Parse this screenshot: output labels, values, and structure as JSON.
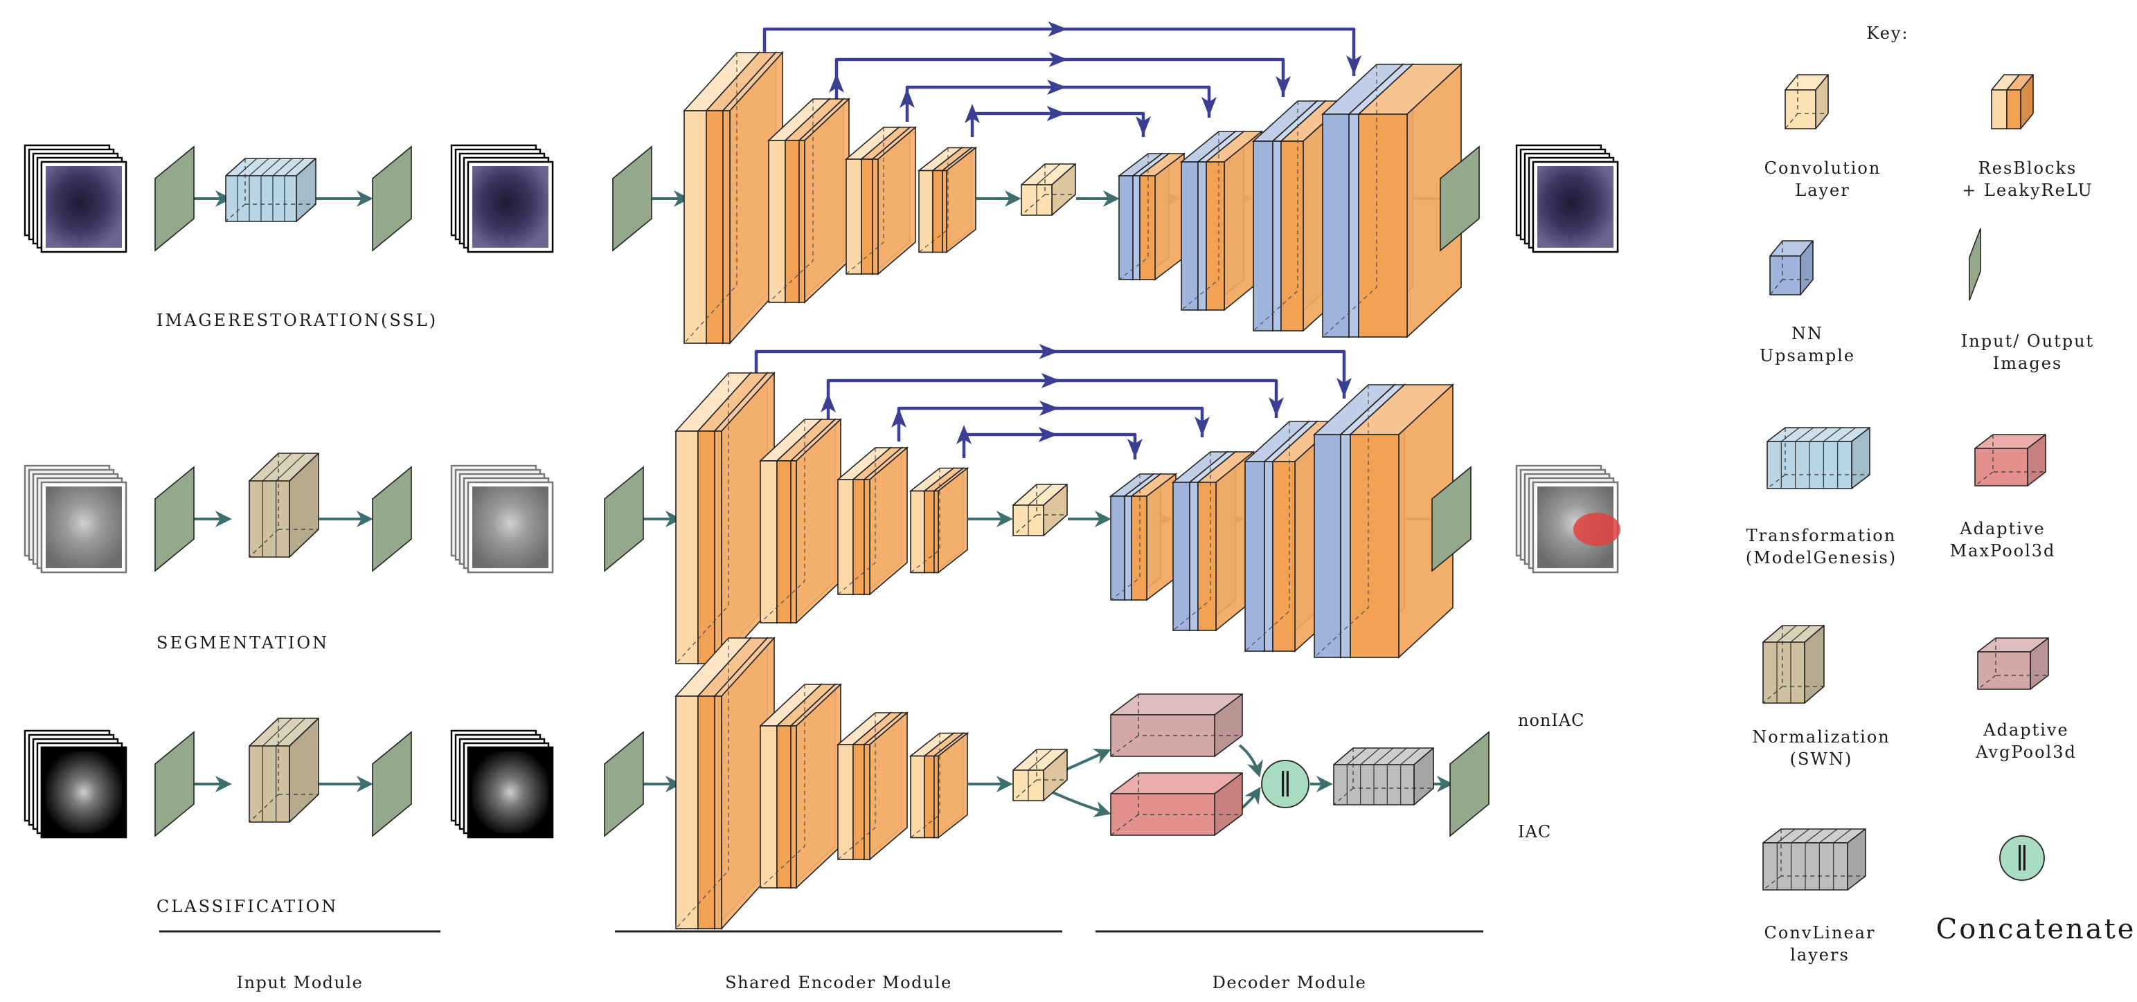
{
  "rows": {
    "ssl": {
      "title": "IMAGERESTORATION(SSL)"
    },
    "seg": {
      "title": "SEGMENTATION"
    },
    "cls": {
      "title": "CLASSIFICATION",
      "outputs": [
        "nonIAC",
        "IAC"
      ]
    }
  },
  "modules": [
    "Input Module",
    "Shared Encoder Module",
    "Decoder Module"
  ],
  "key": {
    "title": "Key:",
    "items": [
      {
        "label1": "Convolution",
        "label2": "Layer",
        "color": "#fbe0b2",
        "icon": "cube"
      },
      {
        "label1": "ResBlocks",
        "label2": "+ LeakyReLU",
        "color": "#f2a255",
        "icon": "resblock"
      },
      {
        "label1": "NN",
        "label2": "Upsample",
        "color": "#9fb4dc",
        "icon": "cube"
      },
      {
        "label1": "Input/ Output",
        "label2": "Images",
        "color": "#94a98c",
        "icon": "panel"
      },
      {
        "label1": "Transformation",
        "label2": "(ModelGenesis)",
        "color": "#b9d6e6",
        "icon": "stack"
      },
      {
        "label1": "Adaptive",
        "label2": "MaxPool3d",
        "color": "#e3918f",
        "icon": "box"
      },
      {
        "label1": "Normalization",
        "label2": "(SWN)",
        "color": "#cfc0a0",
        "icon": "stack"
      },
      {
        "label1": "Adaptive",
        "label2": "AvgPool3d",
        "color": "#d3a8a7",
        "icon": "box"
      },
      {
        "label1": "ConvLinear",
        "label2": "layers",
        "color": "#bdbdbd",
        "icon": "stack"
      },
      {
        "label1": "Concatenate",
        "label2": "",
        "color": "#a9dcc2",
        "icon": "concat"
      }
    ]
  },
  "colors": {
    "conv": "#fbe0b2",
    "res": "#f2a255",
    "resLight": "#fcd7a8",
    "up": "#9fb4dc",
    "panel": "#94a98c",
    "arrow": "#3e6f6c",
    "skip": "#3a3f93",
    "trans": "#b9d6e6",
    "norm": "#cfc0a0",
    "maxpool": "#e3918f",
    "avgpool": "#d3a8a7",
    "convlin": "#bdbdbd",
    "concat": "#a9dcc2",
    "concatSymbol": "∥"
  }
}
